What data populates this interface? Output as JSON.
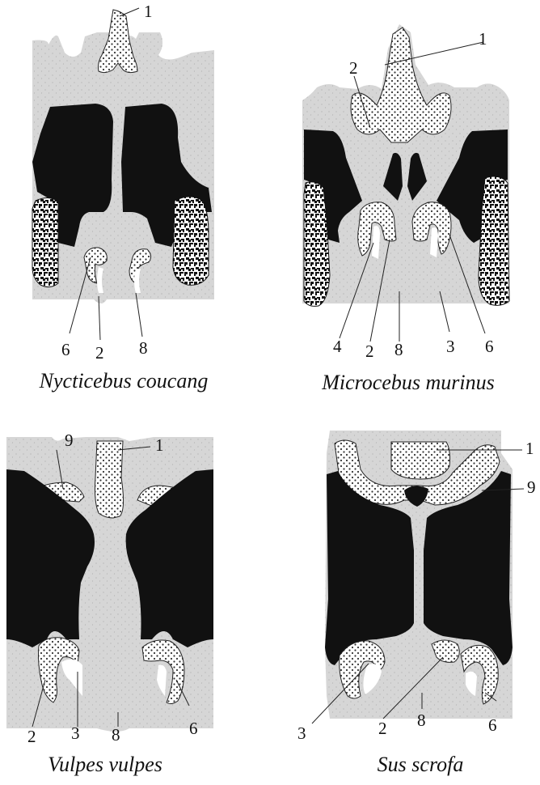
{
  "panels": [
    {
      "caption": "Nycticebus coucang",
      "labels": {
        "top_1": "1",
        "bl_6": "6",
        "bl_2": "2",
        "bl_8": "8"
      }
    },
    {
      "caption": "Microcebus murinus",
      "labels": {
        "top_1": "1",
        "top_2": "2",
        "bl_4": "4",
        "bl_2": "2",
        "bl_8": "8",
        "bl_3": "3",
        "bl_6": "6"
      }
    },
    {
      "caption": "Vulpes vulpes",
      "labels": {
        "top_9": "9",
        "top_1": "1",
        "bl_2": "2",
        "bl_3": "3",
        "bl_8": "8",
        "bl_6": "6"
      }
    },
    {
      "caption": "Sus scrofa",
      "labels": {
        "r_1": "1",
        "r_9": "9",
        "bl_3": "3",
        "bl_2": "2",
        "bl_8": "8",
        "bl_6": "6"
      }
    }
  ],
  "colors": {
    "tissue": "#d6d6d6",
    "cavity": "#111111",
    "cartilage_dots": "#333333",
    "line": "#222222"
  }
}
